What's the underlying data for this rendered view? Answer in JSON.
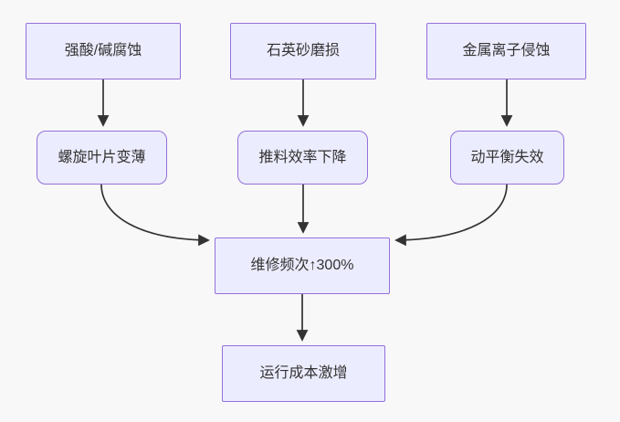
{
  "diagram": {
    "type": "flowchart",
    "direction": "top-down",
    "nodes": [
      {
        "id": "acid",
        "label": "强酸/碱腐蚀",
        "shape": "rect"
      },
      {
        "id": "quartz",
        "label": "石英砂磨损",
        "shape": "rect"
      },
      {
        "id": "metal",
        "label": "金属离子侵蚀",
        "shape": "rect"
      },
      {
        "id": "blade",
        "label": "螺旋叶片变薄",
        "shape": "rounded"
      },
      {
        "id": "push",
        "label": "推料效率下降",
        "shape": "rounded"
      },
      {
        "id": "balance",
        "label": "动平衡失效",
        "shape": "rounded"
      },
      {
        "id": "repair",
        "label": "维修频次↑300%",
        "shape": "rect"
      },
      {
        "id": "cost",
        "label": "运行成本激增",
        "shape": "rect"
      }
    ],
    "edges": [
      {
        "from": "acid",
        "to": "blade"
      },
      {
        "from": "quartz",
        "to": "push"
      },
      {
        "from": "metal",
        "to": "balance"
      },
      {
        "from": "blade",
        "to": "repair"
      },
      {
        "from": "push",
        "to": "repair"
      },
      {
        "from": "balance",
        "to": "repair"
      },
      {
        "from": "repair",
        "to": "cost"
      }
    ],
    "colors": {
      "node_fill": "#ECECFF",
      "node_border": "#9370DB",
      "edge": "#333333",
      "text": "#333333",
      "background": "#f8f8f9"
    }
  }
}
